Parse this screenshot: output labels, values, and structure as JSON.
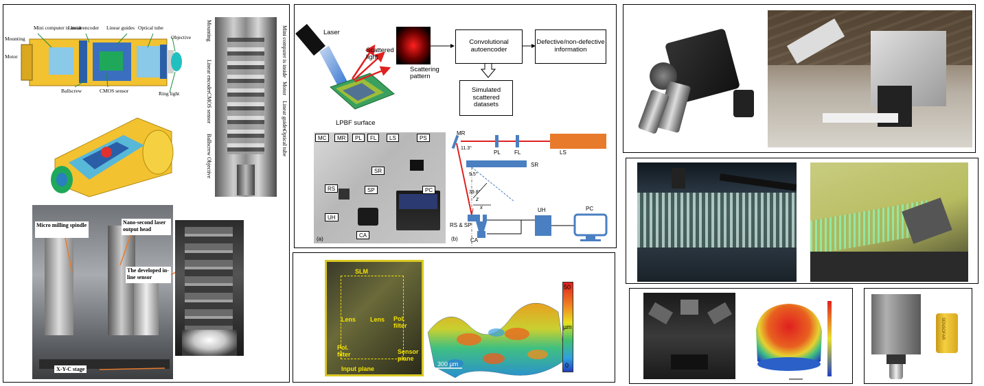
{
  "panel1": {
    "cad_labels": {
      "mounting": "Mounting",
      "mini_computer": "Mini computer is inside",
      "linear_encoder": "Linear encoder",
      "linear_guides": "Linear guides",
      "optical_tube": "Optical tube",
      "objective": "Objective",
      "motor": "Motor",
      "ballscrew": "Ballscrew",
      "cmos_sensor": "CMOS sensor",
      "ring_light": "Ring light"
    },
    "section_labels": {
      "mounting": "Mounting",
      "mini_computer": "Mini computer is inside",
      "linear_encoder": "Linear encoder",
      "motor": "Motor",
      "cmos_sensor": "CMOS sensor",
      "linear_guides": "Linear guides",
      "ballscrew": "Ballscrew",
      "optical_tube": "Optical tube",
      "objective": "Objective"
    },
    "photo_labels": {
      "spindle": "Micro milling spindle",
      "laser_head": "Nano-second laser output head",
      "sensor": "The developed in-line sensor",
      "stage": "X-Y-C stage"
    }
  },
  "panel2": {
    "laser": "Laser",
    "scattered_light": "Scattered light",
    "scattering_pattern": "Scattering pattern",
    "lpbf_surface": "LPBF surface",
    "autoencoder": "Convolutional autoencoder",
    "output": "Defective/non-defective information",
    "simulated": "Simulated scattered datasets",
    "photo_tags": [
      "MC",
      "MR",
      "PL",
      "FL",
      "LS",
      "PS",
      "SR",
      "RS",
      "SP",
      "PC",
      "UH",
      "CA"
    ],
    "sub_a": "(a)",
    "sub_b": "(b)",
    "schem": {
      "mr": "MR",
      "pl": "PL",
      "fl": "FL",
      "ls": "LS",
      "sr": "SR",
      "angle1": "11.3°",
      "angle2": "9.5°",
      "angle3": "39.8°",
      "z": "z",
      "x": "x",
      "rssp": "RS & SP",
      "uh": "UH",
      "pc": "PC",
      "ca": "CA"
    }
  },
  "panel3": {
    "slm": "SLM",
    "lens1": "Lens",
    "lens2": "Lens",
    "pol1": "Pol. filter",
    "pol2": "Pol. filter",
    "sensor": "Sensor plane",
    "input": "Input plane",
    "cb_max": "50",
    "cb_min": "0",
    "cb_unit": "µm",
    "scale": "300 µm"
  },
  "panel7": {
    "can_text": "SENSOFAR"
  },
  "colors": {
    "yellow": "#f5c518",
    "blue": "#4a7fc1",
    "laser_red": "#e02020",
    "ls_orange": "#e87a2c"
  }
}
